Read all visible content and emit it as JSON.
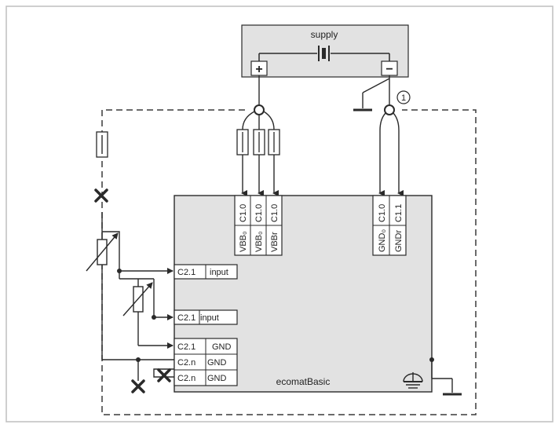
{
  "supply": {
    "title": "supply",
    "plus": "+",
    "minus": "−"
  },
  "callout": "1",
  "controller": {
    "name": "ecomatBasic"
  },
  "top_connectors_left": [
    {
      "terminal": "C1.0",
      "signal": "VBB₀"
    },
    {
      "terminal": "C1.0",
      "signal": "VBB₀"
    },
    {
      "terminal": "C1.0",
      "signal": "VBBr"
    }
  ],
  "top_connectors_right": [
    {
      "terminal": "C1.0",
      "signal": "GND₀"
    },
    {
      "terminal": "C1.1",
      "signal": "GNDr"
    }
  ],
  "left_terminals": [
    {
      "terminal": "C2.1",
      "signal": "input"
    },
    {
      "terminal": "C2.1",
      "signal": "input"
    },
    {
      "terminal": "C2.1",
      "signal": "GND"
    },
    {
      "terminal": "C2.n",
      "signal": "GND"
    },
    {
      "terminal": "C2.n",
      "signal": "GND"
    }
  ],
  "colors": {
    "panel_fill": "#e2e2e2",
    "line": "#2a2a2a",
    "page_border": "#bfbfbf"
  }
}
